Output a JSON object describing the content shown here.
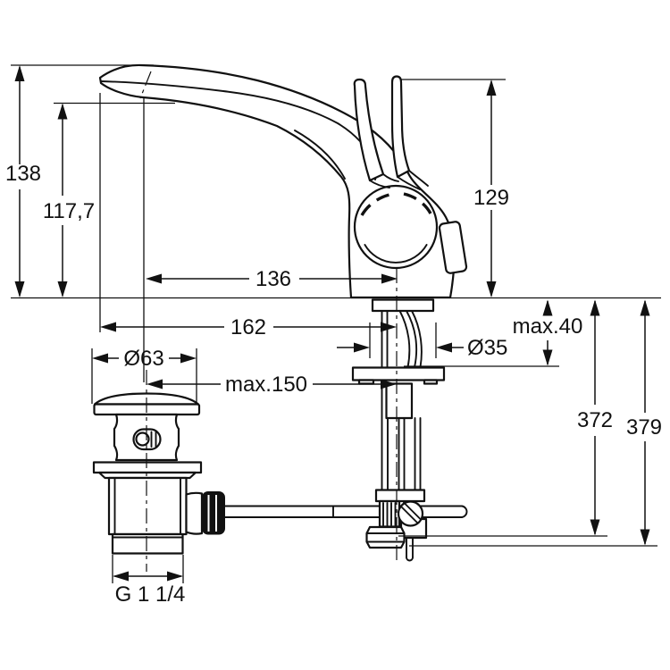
{
  "figure": {
    "type": "technical-dimension-drawing",
    "subject": "single-lever-basin-mixer-with-pop-up-waste",
    "background": "#ffffff",
    "line_color": "#111111"
  },
  "dimensions": {
    "overall_height": "138",
    "spout_outlet_height": "117,7",
    "handle_height": "129",
    "spout_reach": "136",
    "tip_reach": "162",
    "deck_thickness": "max.40",
    "waste_flange_diameter": "Ø63",
    "mounting_hole_diameter": "Ø35",
    "waste_center_distance": "max.150",
    "connection_length_short": "372",
    "connection_length_long": "379",
    "waste_thread": "G 1 1/4"
  }
}
